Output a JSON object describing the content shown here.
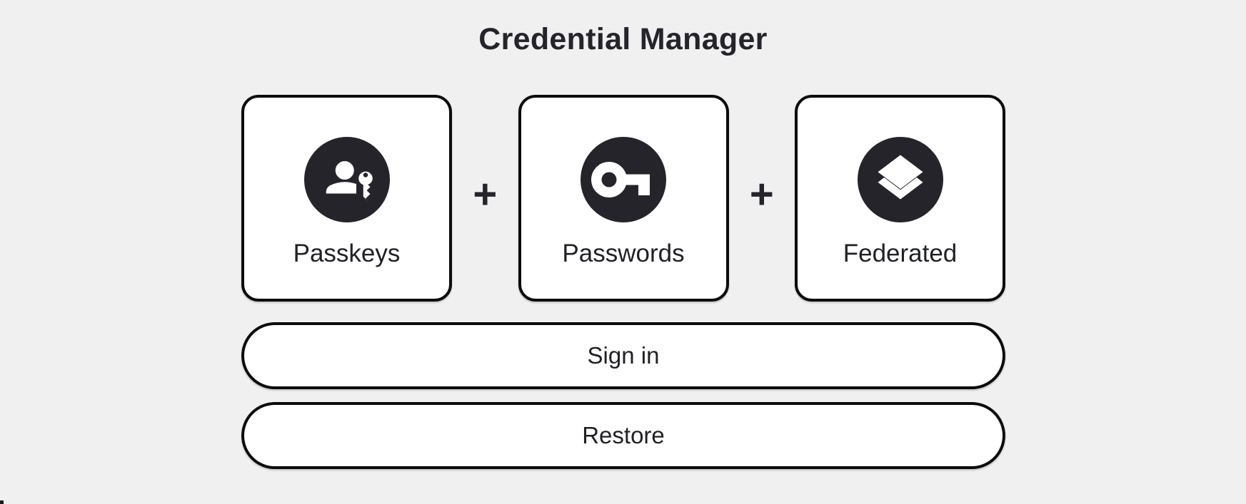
{
  "header": {
    "title": "Credential Manager"
  },
  "cards": [
    {
      "label": "Passkeys",
      "icon": "passkey-person-key-icon"
    },
    {
      "label": "Passwords",
      "icon": "key-icon"
    },
    {
      "label": "Federated",
      "icon": "layers-stack-icon"
    }
  ],
  "separator": {
    "plus": "+"
  },
  "actions": {
    "sign_in": {
      "label": "Sign in"
    },
    "restore": {
      "label": "Restore"
    }
  },
  "colors": {
    "background": "#f0f0f0",
    "card_background": "#ffffff",
    "border": "#0c0c0e",
    "icon_circle": "#26242b",
    "text": "#202124"
  }
}
